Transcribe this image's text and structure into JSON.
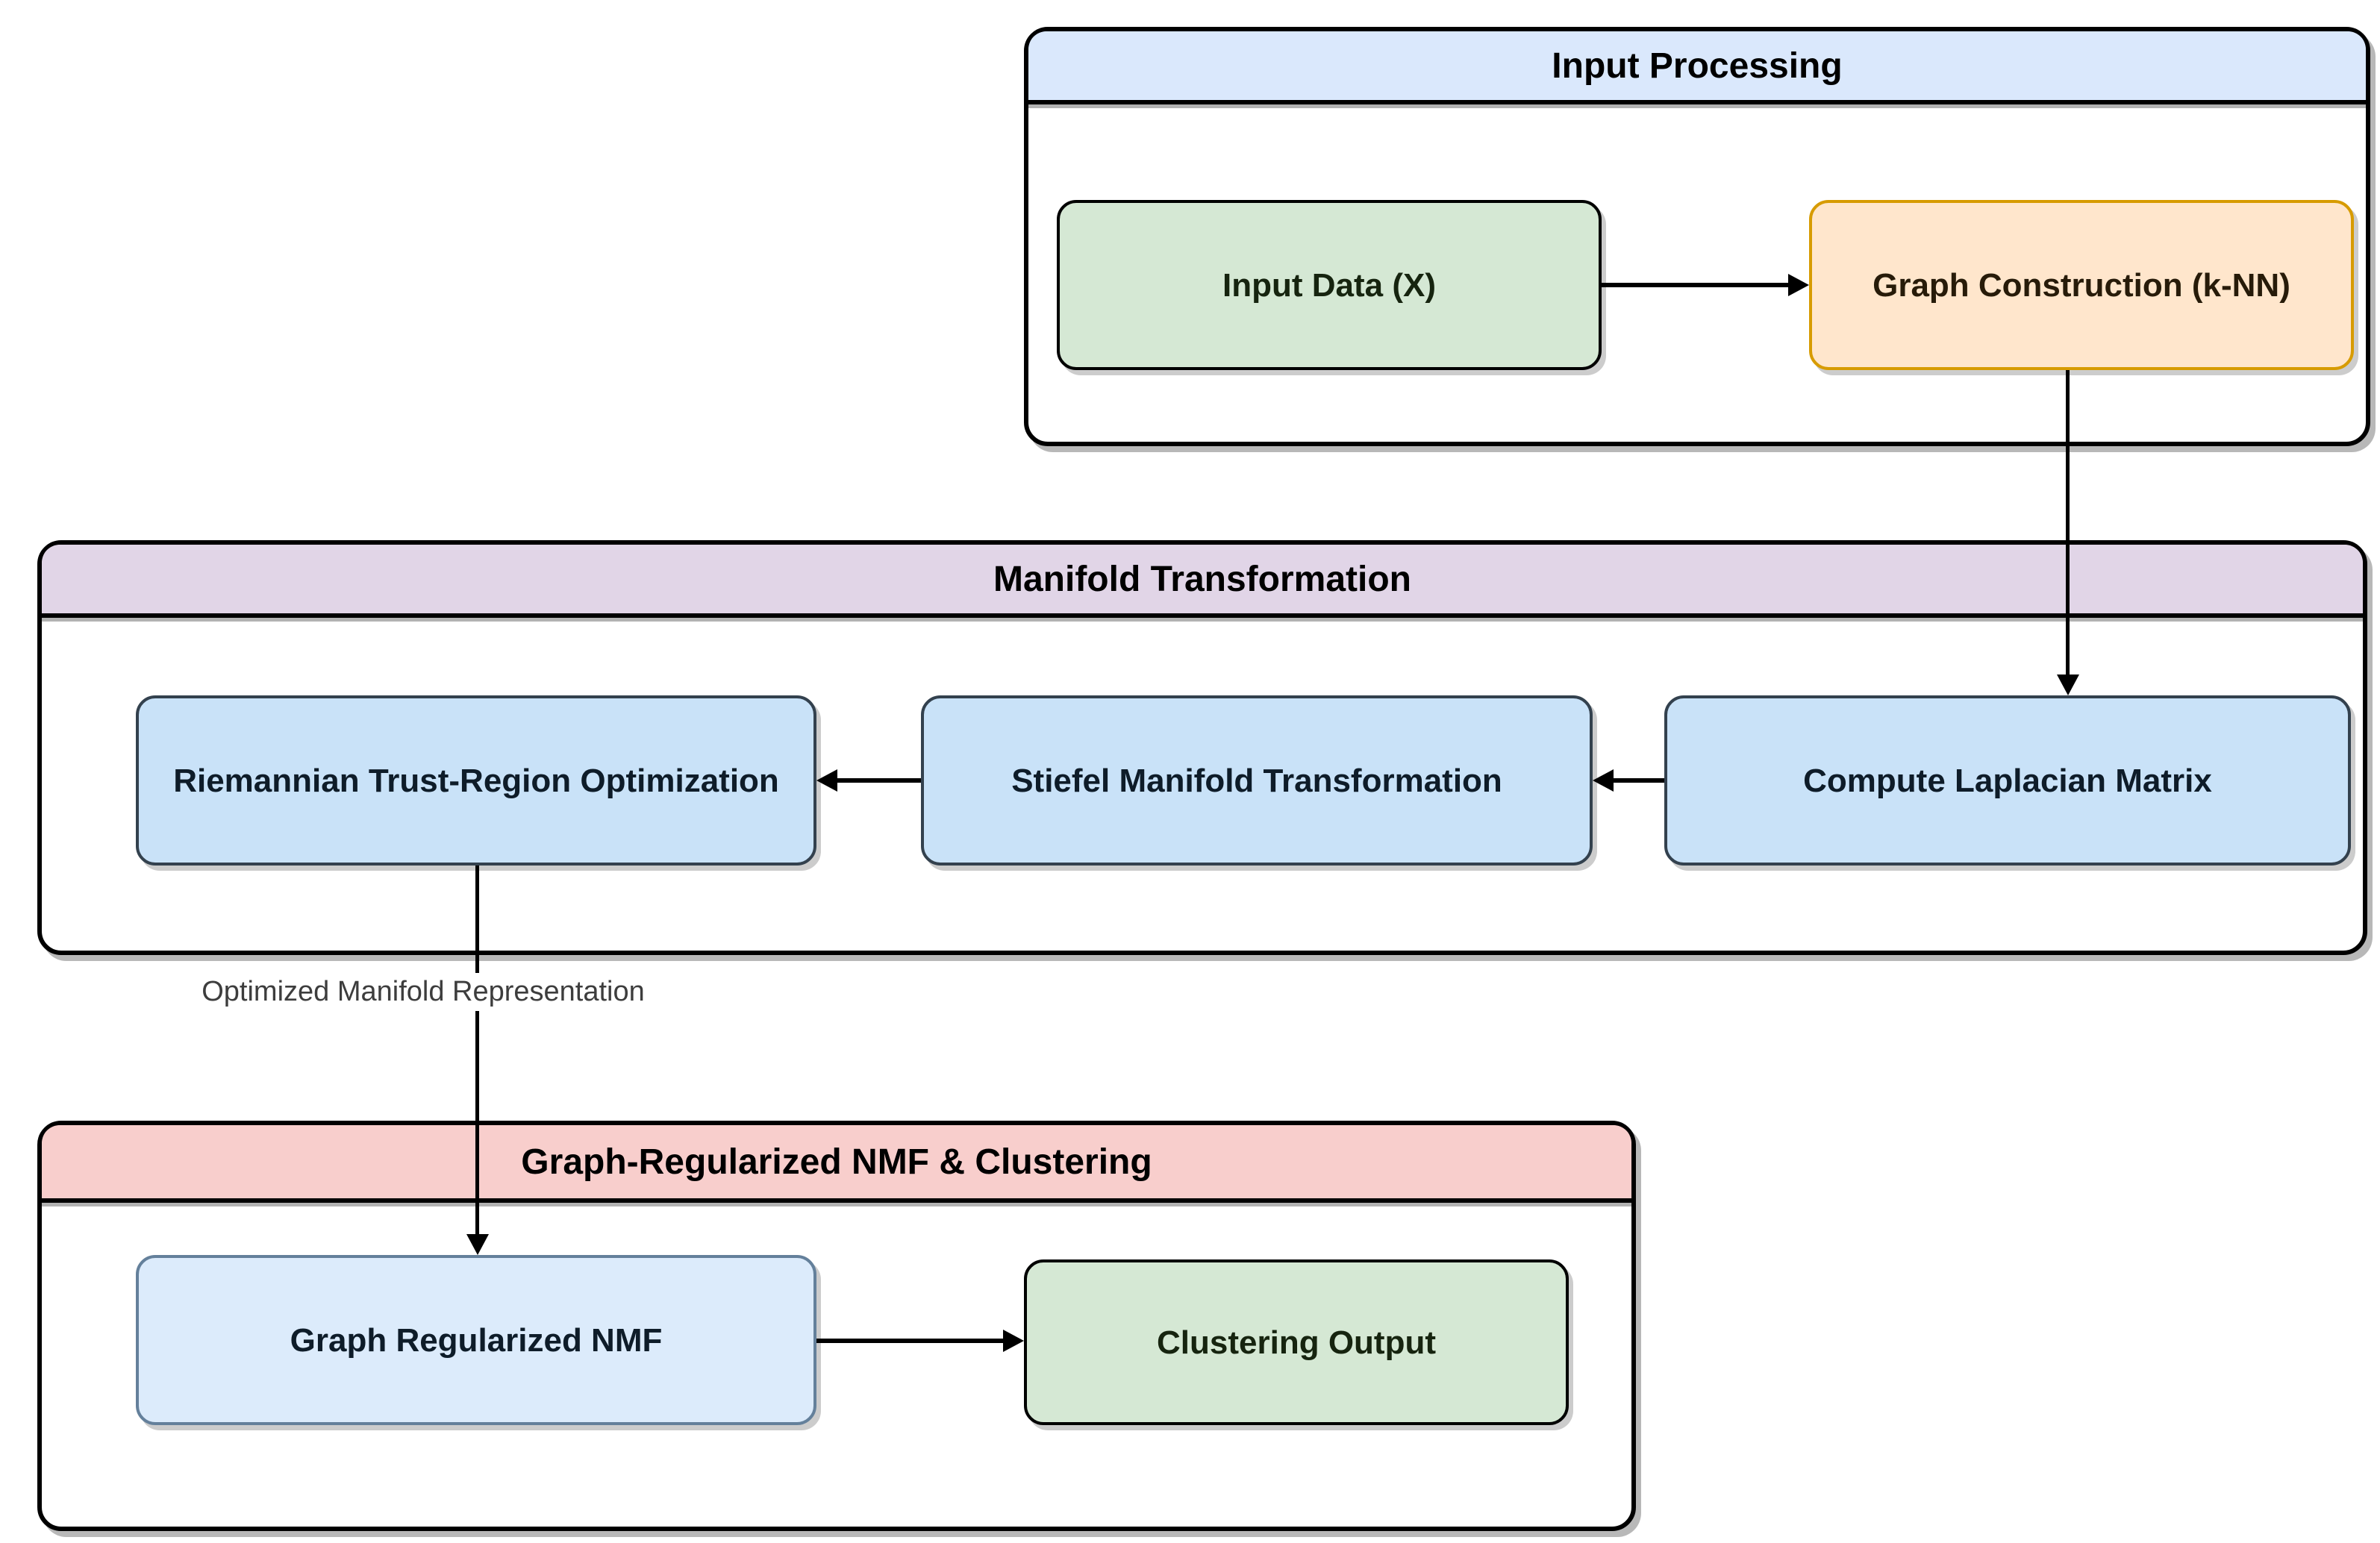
{
  "containers": {
    "input_processing": {
      "title": "Input Processing",
      "header_color": "#dae8fc"
    },
    "manifold_transformation": {
      "title": "Manifold Transformation",
      "header_color": "#e1d5e7"
    },
    "nmf_clustering": {
      "title": "Graph-Regularized NMF & Clustering",
      "header_color": "#f8cecc"
    }
  },
  "nodes": {
    "input_data": {
      "label": "Input Data (X)",
      "fill": "#d5e8d4",
      "border": "#000000"
    },
    "graph_construction": {
      "label": "Graph Construction (k-NN)",
      "fill": "#ffe6cc",
      "border": "#d79b00"
    },
    "compute_laplacian": {
      "label": "Compute Laplacian Matrix",
      "fill": "#c9e2f8",
      "border": "#33414e"
    },
    "stiefel_manifold": {
      "label": "Stiefel Manifold Transformation",
      "fill": "#c9e2f8",
      "border": "#33414e"
    },
    "riemannian_trust_region": {
      "label": "Riemannian Trust-Region Optimization",
      "fill": "#c9e2f8",
      "border": "#33414e"
    },
    "graph_regularized_nmf": {
      "label": "Graph Regularized NMF",
      "fill": "#dcebfb",
      "border": "#64809b"
    },
    "clustering_output": {
      "label": "Clustering Output",
      "fill": "#d5e8d4",
      "border": "#000000"
    }
  },
  "edges": [
    {
      "from": "input_data",
      "to": "graph_construction",
      "label": ""
    },
    {
      "from": "graph_construction",
      "to": "compute_laplacian",
      "label": ""
    },
    {
      "from": "compute_laplacian",
      "to": "stiefel_manifold",
      "label": ""
    },
    {
      "from": "stiefel_manifold",
      "to": "riemannian_trust_region",
      "label": ""
    },
    {
      "from": "riemannian_trust_region",
      "to": "graph_regularized_nmf",
      "label": "Optimized Manifold Representation"
    },
    {
      "from": "graph_regularized_nmf",
      "to": "clustering_output",
      "label": ""
    }
  ],
  "colors": {
    "canvas_background": "#ffffff",
    "container_border": "#000000",
    "arrow": "#000000",
    "edge_label_text": "#3d3d3d"
  }
}
